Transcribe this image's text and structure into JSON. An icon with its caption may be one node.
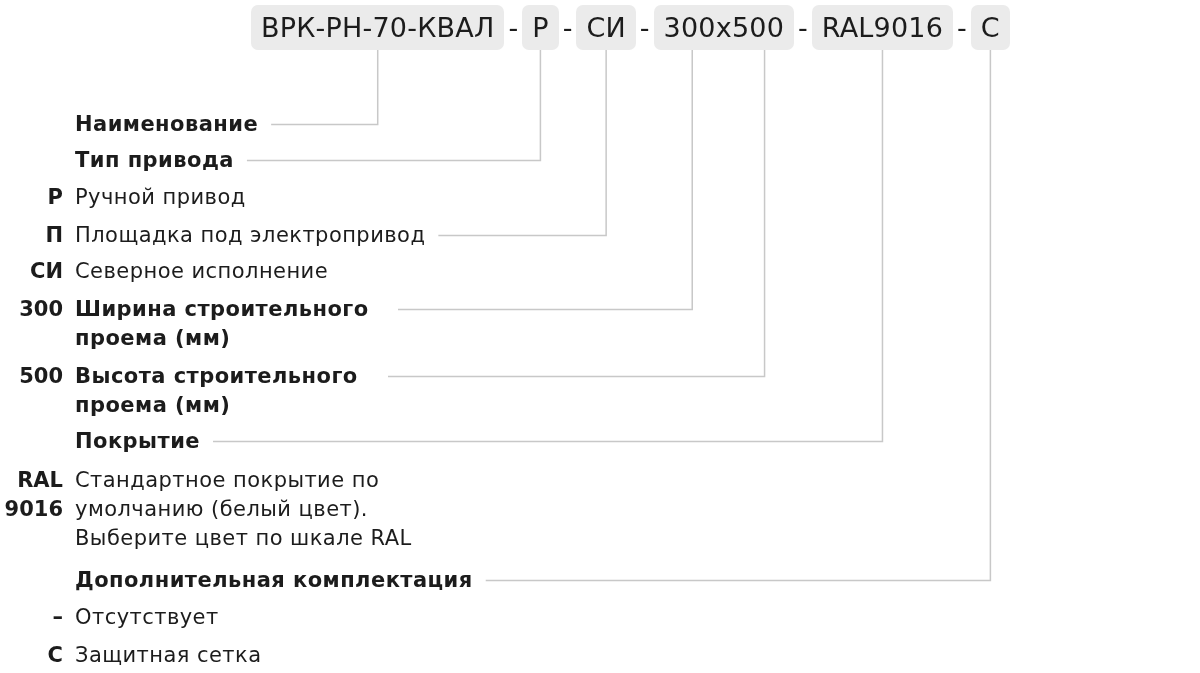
{
  "diagram": {
    "nodes": [
      {
        "text": [
          "ВРК-РН-70-КВАЛ"
        ]
      },
      {
        "text": [
          "Р"
        ]
      },
      {
        "text": [
          "СИ"
        ]
      },
      {
        "text": [
          "300x500"
        ]
      },
      {
        "text": [
          "RAL9016"
        ]
      },
      {
        "text": [
          "С"
        ]
      },
      {
        "text": [
          "Наименование"
        ]
      },
      {
        "text": [
          "Тип привода"
        ]
      },
      {
        "text": [
          "Площадка под электропривод"
        ],
        "beside": [
          "П"
        ]
      },
      {
        "text": [
          "Ширина строительного проема (мм)"
        ],
        "beside": [
          "300"
        ]
      },
      {
        "text": [
          "Высота строительного проема (мм)"
        ],
        "beside": [
          "500"
        ]
      },
      {
        "text": [
          "Покрытие"
        ]
      },
      {
        "text": [
          "Дополнительная комплектация"
        ]
      }
    ],
    "edges": [
      {
        "from": 6,
        "to": 0,
        "arrow": "none"
      },
      {
        "from": 7,
        "to": 1,
        "arrow": "none"
      },
      {
        "from": 8,
        "to": 2,
        "arrow": "none"
      },
      {
        "from": 9,
        "to": 3,
        "arrow": "none"
      },
      {
        "from": 10,
        "to": 3,
        "arrow": "none"
      },
      {
        "from": 11,
        "to": 4,
        "arrow": "none"
      },
      {
        "from": 12,
        "to": 5,
        "arrow": "none"
      }
    ],
    "labels": [
      "-",
      "-",
      "-",
      "-",
      "-",
      "Р",
      "Ручной привод",
      "СИ",
      "Северное исполнение",
      "RAL 9016",
      "Стандартное покрытие по умолчанию (белый цвет). Выберите цвет по шкале RAL",
      "–",
      "Отсутствует",
      "С",
      "Защитная сетка"
    ]
  }
}
